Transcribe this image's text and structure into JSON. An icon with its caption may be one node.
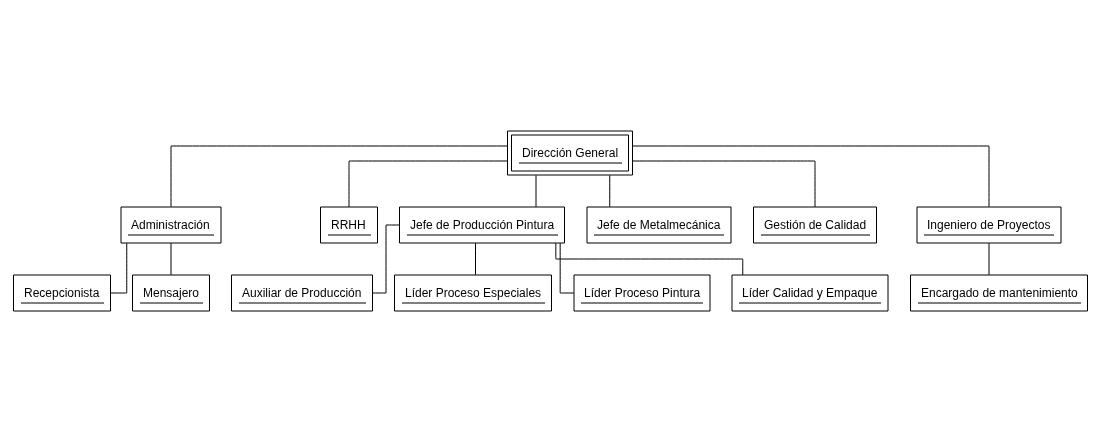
{
  "diagram": {
    "nodes": [
      {
        "text": [
          "Dirección General"
        ]
      },
      {
        "text": [
          "Administración"
        ]
      },
      {
        "text": [
          "RRHH"
        ]
      },
      {
        "text": [
          "Jefe de Producción Pintura"
        ]
      },
      {
        "text": [
          "Jefe de Metalmecánica"
        ]
      },
      {
        "text": [
          "Gestión de Calidad"
        ]
      },
      {
        "text": [
          "Ingeniero de Proyectos"
        ]
      },
      {
        "text": [
          "Recepcionista"
        ]
      },
      {
        "text": [
          "Mensajero"
        ]
      },
      {
        "text": [
          "Auxiliar de Producción"
        ]
      },
      {
        "text": [
          "Encargado de mantenimiento"
        ]
      },
      {
        "text": [
          "Líder Proceso Especiales"
        ]
      },
      {
        "text": [
          "Líder Proceso Pintura"
        ]
      },
      {
        "text": [
          "Líder Calidad y Empaque"
        ]
      }
    ],
    "edges": [
      {
        "from": 0,
        "to": 1,
        "arrow": "none"
      },
      {
        "from": 0,
        "to": 2,
        "arrow": "none"
      },
      {
        "from": 0,
        "to": 3,
        "arrow": "none"
      },
      {
        "from": 0,
        "to": 4,
        "arrow": "none"
      },
      {
        "from": 0,
        "to": 5,
        "arrow": "none"
      },
      {
        "from": 0,
        "to": 6,
        "arrow": "none"
      },
      {
        "from": 1,
        "to": 7,
        "arrow": "none"
      },
      {
        "from": 1,
        "to": 8,
        "arrow": "none"
      },
      {
        "from": 3,
        "to": 9,
        "arrow": "none"
      },
      {
        "from": 6,
        "to": 10,
        "arrow": "none"
      },
      {
        "from": 3,
        "to": 11,
        "arrow": "none"
      },
      {
        "from": 3,
        "to": 12,
        "arrow": "none"
      },
      {
        "from": 3,
        "to": 13,
        "arrow": "none"
      }
    ]
  }
}
